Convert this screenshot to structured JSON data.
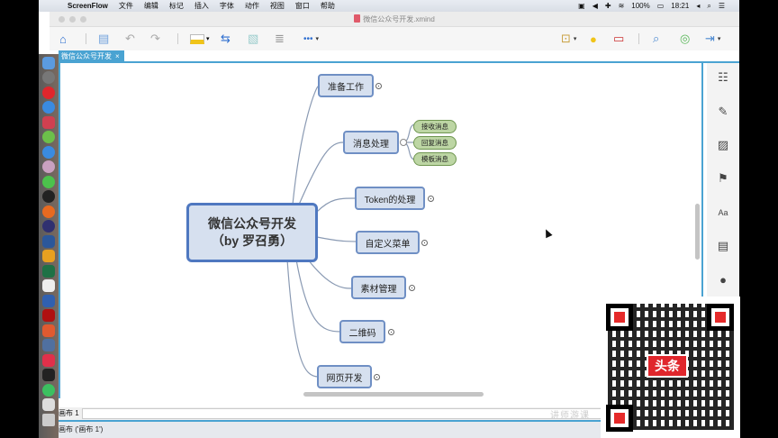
{
  "menubar": {
    "app_name": "ScreenFlow",
    "items": [
      "文件",
      "编辑",
      "标记",
      "插入",
      "字体",
      "动作",
      "视图",
      "窗口",
      "帮助"
    ],
    "status": {
      "battery": "100%",
      "time": "18:21"
    }
  },
  "window": {
    "title": "微信公众号开发.xmind"
  },
  "toolbar": {
    "left_icons": [
      "home-icon",
      "save-icon",
      "undo-icon",
      "redo-icon",
      "topic-style-icon",
      "relationship-icon",
      "boundary-icon",
      "summary-icon",
      "more-icon"
    ],
    "right_icons": [
      "presentation-icon",
      "idea-icon",
      "outline-icon",
      "search-icon",
      "share-icon",
      "export-icon"
    ]
  },
  "tab": {
    "label": "微信公众号开发",
    "close": "×"
  },
  "mindmap": {
    "central": {
      "line1": "微信公众号开发",
      "line2": "（by 罗召勇）"
    },
    "branches": [
      {
        "label": "准备工作",
        "collapsed": true
      },
      {
        "label": "消息处理",
        "collapsed": false,
        "children": [
          "接收消息",
          "回复消息",
          "模板消息"
        ]
      },
      {
        "label": "Token的处理",
        "collapsed": true
      },
      {
        "label": "自定义菜单",
        "collapsed": true
      },
      {
        "label": "素材管理",
        "collapsed": true
      },
      {
        "label": "二维码",
        "collapsed": true
      },
      {
        "label": "网页开发",
        "collapsed": true
      }
    ]
  },
  "right_panel": {
    "icons": [
      "outline-panel-icon",
      "format-brush-icon",
      "image-icon",
      "marker-flag-icon",
      "text-style-icon",
      "notes-icon",
      "comments-icon"
    ]
  },
  "sheet": {
    "tab_label": "画布 1"
  },
  "status_bar": {
    "text": "画布 ('画布 1')"
  },
  "overlay": {
    "qr_logo": "头条",
    "watermark": "讲师游课"
  }
}
